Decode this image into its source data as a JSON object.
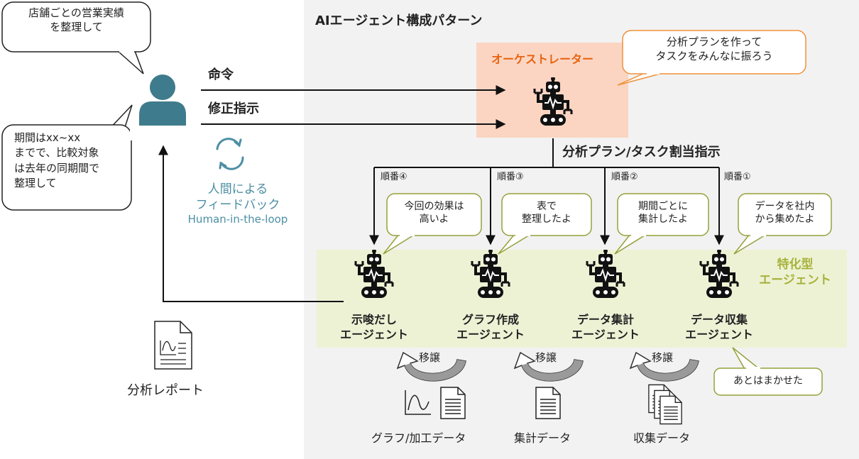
{
  "diagram_title": "AIエージェント構成パターン",
  "user": {
    "bubble_request": [
      "店舗ごとの営業実績",
      "を整理して"
    ],
    "bubble_detail": [
      "期間はxx~xx",
      "までで、比較対象",
      "は去年の同期間で",
      "整理して"
    ]
  },
  "arrows": {
    "command": "命令",
    "correction": "修正指示",
    "plan_assign": "分析プラン/タスク割当指示",
    "handover": "移譲"
  },
  "feedback": {
    "line1": "人間による",
    "line2": "フィードバック",
    "line3": "Human-in-the-loop"
  },
  "orchestrator": {
    "label": "オーケストレーター",
    "bubble": [
      "分析プランを作って",
      "タスクをみんなに振ろう"
    ]
  },
  "specialized_group_label": [
    "特化型",
    "エージェント"
  ],
  "agents": [
    {
      "order": "順番④",
      "name": [
        "示唆だし",
        "エージェント"
      ],
      "bubble": [
        "今回の効果は",
        "高いよ"
      ]
    },
    {
      "order": "順番③",
      "name": [
        "グラフ作成",
        "エージェント"
      ],
      "bubble": [
        "表で",
        "整理したよ"
      ]
    },
    {
      "order": "順番②",
      "name": [
        "データ集計",
        "エージェント"
      ],
      "bubble": [
        "期間ごとに",
        "集計したよ"
      ]
    },
    {
      "order": "順番①",
      "name": [
        "データ収集",
        "エージェント"
      ],
      "bubble": [
        "データを社内",
        "から集めたよ"
      ]
    }
  ],
  "leave_it_bubble": "あとはまかせた",
  "outputs": {
    "report": "分析レポート",
    "graph_data": "グラフ/加工データ",
    "aggregated_data": "集計データ",
    "collected_data": "収集データ"
  },
  "colors": {
    "panel_bg": "#f2f2f2",
    "orchestrator_bg": "#fbd5c2",
    "orchestrator_text": "#e8620f",
    "orange_border": "#f0913a",
    "agents_bg": "#eef2d5",
    "agents_label": "#a7b33c",
    "green_border": "#96a13a",
    "user_icon": "#3e7b8c",
    "feedback_text": "#4c8fa4"
  }
}
